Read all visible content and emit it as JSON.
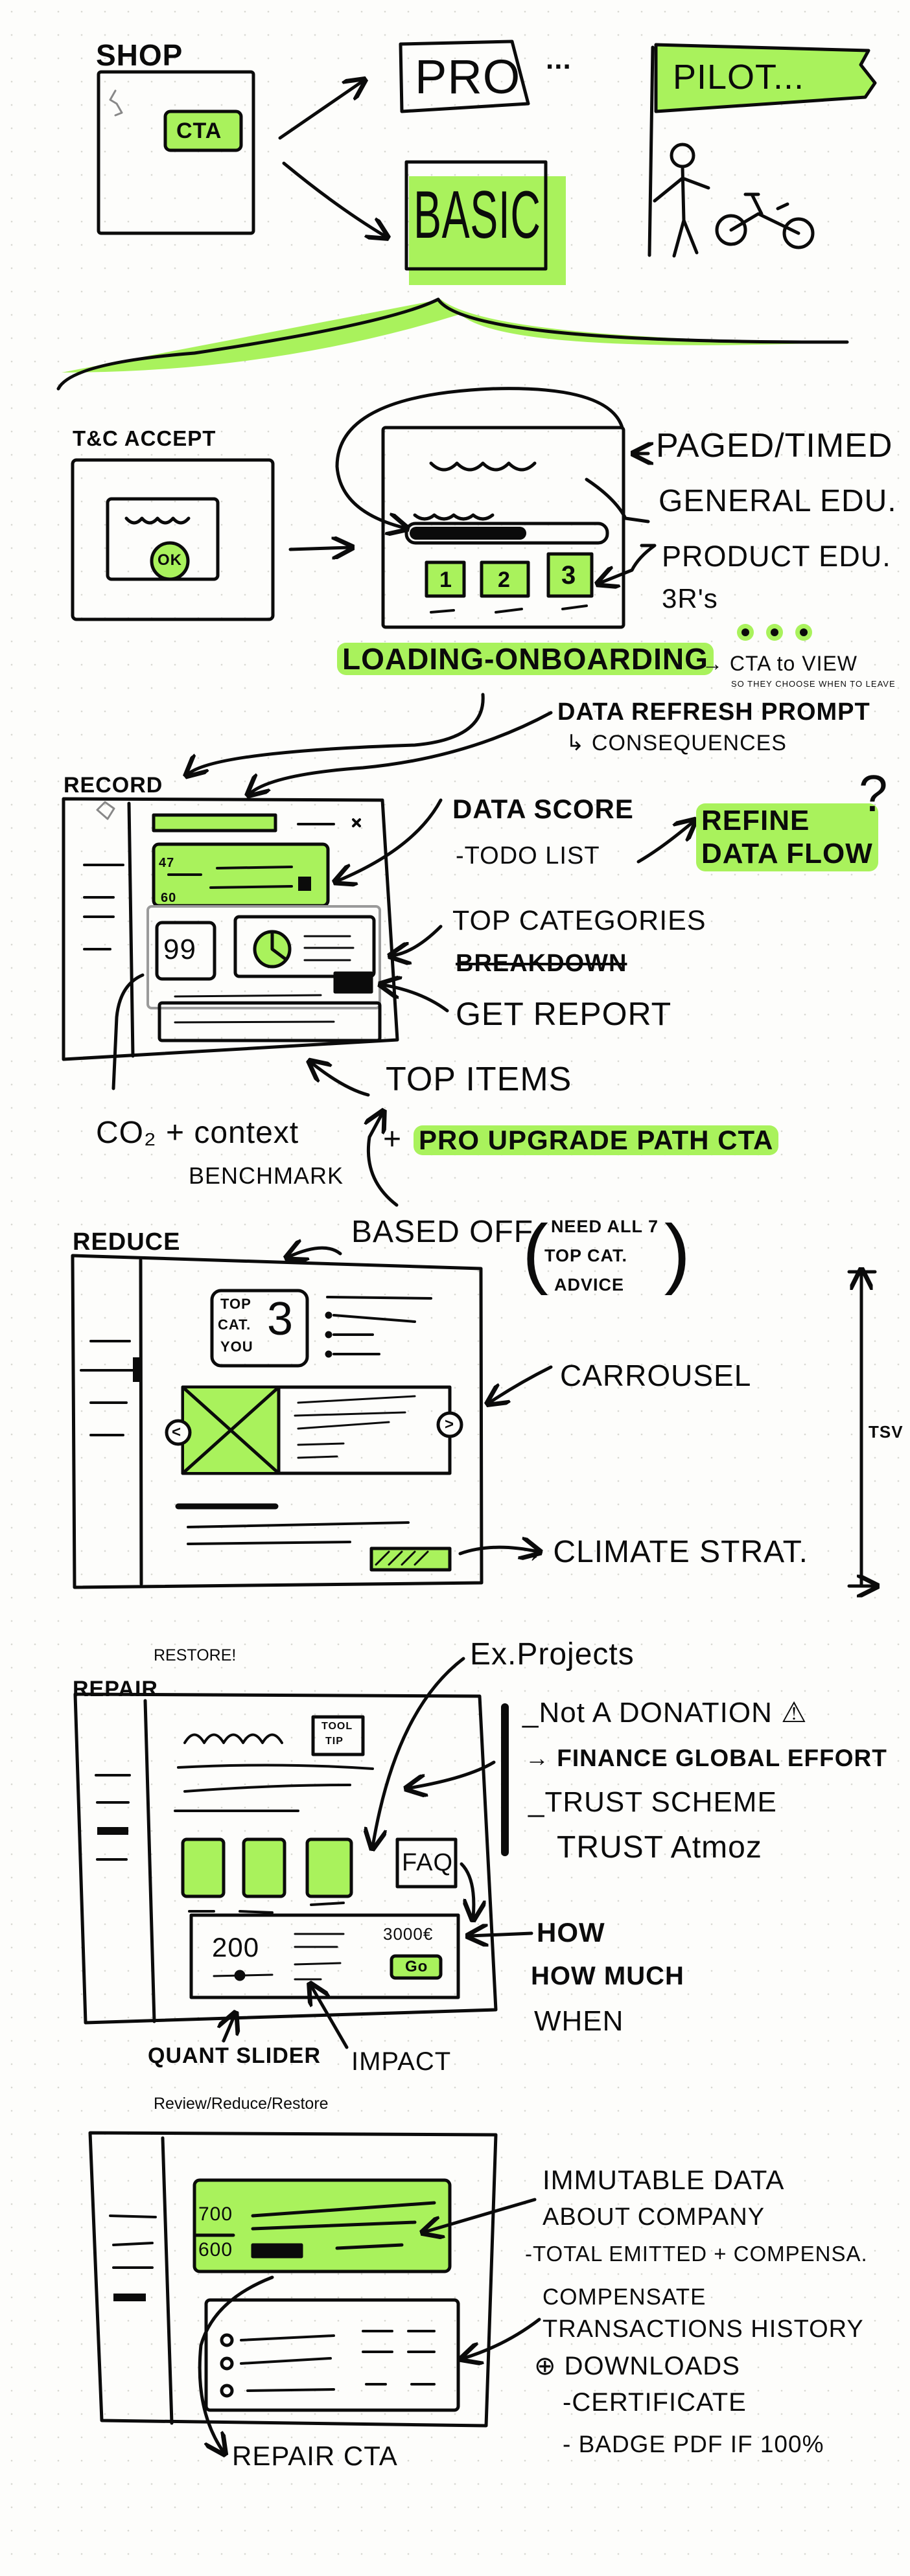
{
  "colors": {
    "highlight": "#a9f25c",
    "ink": "#0b0b0b",
    "gray_box": "#9a9a9a"
  },
  "top": {
    "shop_label": "SHOP",
    "shop_cta": "CTA",
    "pro_label": "PRO",
    "pro_ellipsis": "...",
    "basic_label": "BASIC",
    "pilot_label": "PILOT..."
  },
  "onboarding": {
    "tc_label": "T&C ACCEPT",
    "ok_button": "OK",
    "steps": [
      "1",
      "2",
      "3"
    ],
    "notes": [
      "PAGED/TIMED",
      "GENERAL EDU.",
      "PRODUCT EDU.",
      "3R's"
    ],
    "title": "LOADING-ONBOARDING",
    "dots": "•••",
    "cta_view": "→ CTA to VIEW",
    "cta_view_sub": "SO THEY CHOOSE WHEN TO LEAVE",
    "refresh_prompt": "DATA REFRESH PROMPT",
    "consequences": "↳ CONSEQUENCES"
  },
  "record": {
    "label": "RECORD",
    "score_top": "47",
    "score_bottom": "60",
    "score_value": "99",
    "data_score": "DATA SCORE",
    "todo_list": "-TODO LIST",
    "refine_1": "REFINE",
    "refine_2": "DATA FLOW",
    "refine_q": "?",
    "top_categories": "TOP CATEGORIES",
    "breakdown": "BREAKDOWN",
    "get_report": "GET REPORT",
    "top_items": "TOP ITEMS",
    "pro_upgrade_plus": "+",
    "pro_upgrade": "PRO UPGRADE PATH CTA",
    "co2_context": "CO₂ + context",
    "benchmark": "BENCHMARK"
  },
  "reduce": {
    "label": "REDUCE",
    "card_l1": "TOP",
    "card_l2": "CAT.",
    "card_l3": "YOU",
    "card_num": "3",
    "prev": "<",
    "next": ">",
    "based_off": "BASED OFF",
    "need_1": "NEED ALL 7",
    "need_2": "TOP CAT.",
    "need_3": "ADVICE",
    "carrousel": "CARROUSEL",
    "climate_strat": "→ CLIMATE STRAT.",
    "tsv": "TSV"
  },
  "repair": {
    "restore_note": "RESTORE!",
    "label": "REPAIR",
    "tooltip_1": "TOOL",
    "tooltip_2": "TIP",
    "faq": "FAQ",
    "amount": "200",
    "price": "3000€",
    "go": "Go",
    "ex_projects": "Ex.Projects",
    "not_donation": "_Not A DONATION ⚠",
    "finance": "→ FINANCE GLOBAL EFFORT",
    "trust_scheme": "_TRUST SCHEME",
    "trust_atmoz": "TRUST Atmoz",
    "how": "HOW",
    "how_much": "HOW MUCH",
    "when": "WHEN",
    "quant_slider": "QUANT SLIDER",
    "impact": "IMPACT"
  },
  "review": {
    "note": "Review/Reduce/Restore",
    "top_value": "700",
    "bottom_value": "600",
    "immutable": "IMMUTABLE DATA",
    "about_company": "ABOUT COMPANY",
    "total": "-TOTAL EMITTED + COMPENSA.",
    "compensate": "COMPENSATE",
    "transactions": "TRANSACTIONS HISTORY",
    "downloads": "⊕ DOWNLOADS",
    "certificate": "-CERTIFICATE",
    "badge": "- BADGE PDF IF 100%",
    "repair_cta": "REPAIR CTA"
  }
}
